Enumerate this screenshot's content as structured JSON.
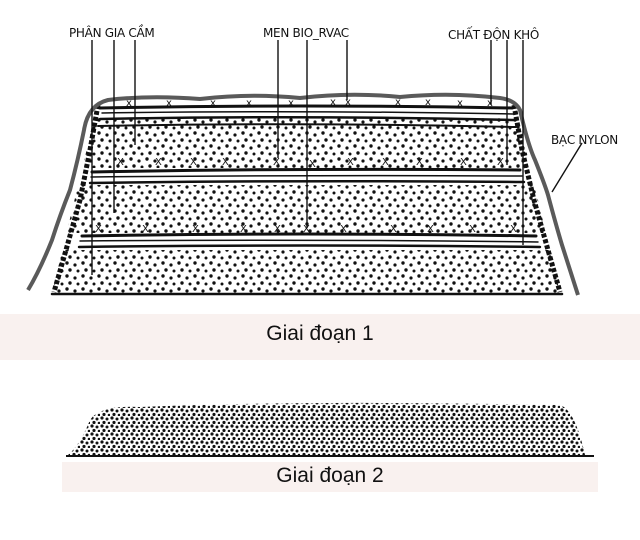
{
  "stage1": {
    "caption": "Giai đoạn 1",
    "labels": {
      "manure": "PHÂN GIA CẦM",
      "bio_yeast": "MEN BIO_RVAC",
      "dry_bedding": "CHẤT ĐỘN KHÔ",
      "nylon_cover": "BẠC NYLON"
    },
    "layer_marker": "X",
    "colors": {
      "cover": "#5a5a5a",
      "ink": "#111111",
      "band": "#f9f1ef"
    }
  },
  "stage2": {
    "caption": "Giai đoạn 2"
  }
}
